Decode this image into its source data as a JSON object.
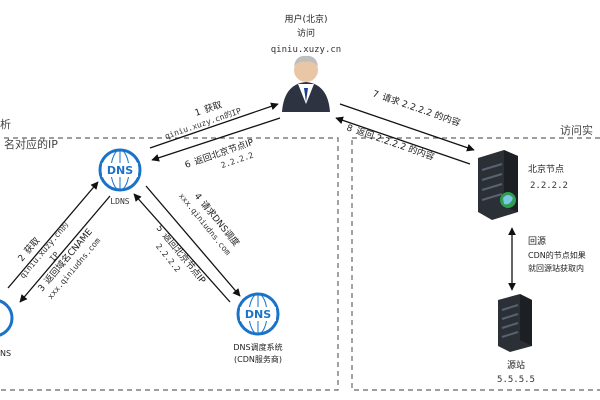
{
  "user": {
    "title": "用户(北京)",
    "action": "访问",
    "domain": "qiniu.xuzy.cn"
  },
  "regions": {
    "left": "析",
    "left_sub": "名对应的IP",
    "right": "访问实"
  },
  "ldns": {
    "icon_text": "DNS",
    "label": "LDNS"
  },
  "dns_sched": {
    "icon_text": "DNS",
    "label1": "DNS调度系统",
    "label2": "(CDN服务商)"
  },
  "left_node": {
    "label": "NS"
  },
  "beijing_node": {
    "name": "北京节点",
    "ip": "2.2.2.2"
  },
  "origin": {
    "name": "源站",
    "ip": "5.5.5.5"
  },
  "steps": {
    "s1": {
      "num": "1",
      "text": "获取",
      "sub": "qiniu.xuzy.cn的IP"
    },
    "s6": {
      "num": "6",
      "text": "返回北京节点IP",
      "sub": "2.2.2.2"
    },
    "s7": {
      "num": "7",
      "text": "请求 2.2.2.2 的内容"
    },
    "s8": {
      "num": "8",
      "text": "返回 2.2.2.2 的内容"
    },
    "s2": {
      "num": "2",
      "text": "获取",
      "sub": "qiniu.xuzy.cn的",
      "sub2": "IP"
    },
    "s3": {
      "num": "3",
      "text": "返回域名CNAME",
      "sub": "xxx.qiniudns.com"
    },
    "s4": {
      "num": "4",
      "text": "请求DNS调度",
      "sub": "xxx.qiniudns.com"
    },
    "s5": {
      "num": "5",
      "text": "返回北京节点IP",
      "sub": "2.2.2.2"
    }
  },
  "origin_note": {
    "title": "回源",
    "line1": "CDN的节点如果",
    "line2": "就回源站获取内"
  },
  "colors": {
    "dns_blue": "#1a73c9",
    "server_dark": "#2b2f36",
    "suit": "#2d3340"
  }
}
